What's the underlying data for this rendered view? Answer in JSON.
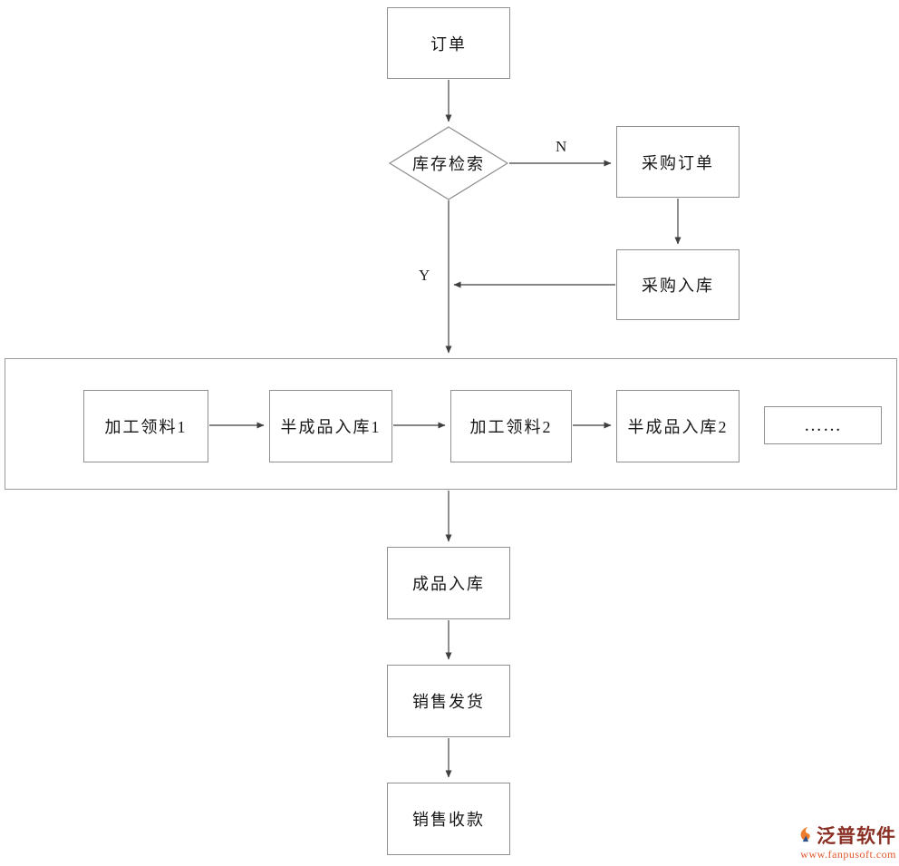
{
  "diagram": {
    "nodes": {
      "order": {
        "label": "订单"
      },
      "inventory_check": {
        "label": "库存检索"
      },
      "purchase_order": {
        "label": "采购订单"
      },
      "purchase_inbound": {
        "label": "采购入库"
      },
      "process_material_1": {
        "label": "加工领料1"
      },
      "semi_finished_inbound_1": {
        "label": "半成品入库1"
      },
      "process_material_2": {
        "label": "加工领料2"
      },
      "semi_finished_inbound_2": {
        "label": "半成品入库2"
      },
      "ellipsis": {
        "label": "……"
      },
      "finished_inbound": {
        "label": "成品入库"
      },
      "sales_delivery": {
        "label": "销售发货"
      },
      "sales_receipt": {
        "label": "销售收款"
      }
    },
    "edge_labels": {
      "no": "N",
      "yes": "Y"
    }
  },
  "watermark": {
    "brand": "泛普软件",
    "url": "www.fanpusoft.com"
  },
  "colors": {
    "node_border": "#8f8f8f",
    "line_gray": "#5f5f5f",
    "brand_red": "#8a2f24",
    "brand_orange": "#e2572b"
  }
}
